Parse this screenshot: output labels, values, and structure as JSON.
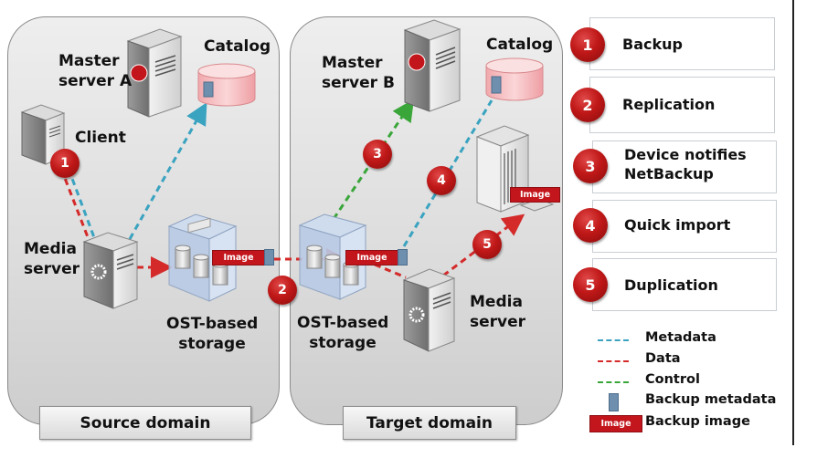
{
  "domains": {
    "source": {
      "label": "Source domain",
      "nodes": {
        "master_server": "Master server A",
        "master_server_line1": "Master",
        "master_server_line2": "server A",
        "catalog": "Catalog",
        "client": "Client",
        "media_server_line1": "Media",
        "media_server_line2": "server",
        "storage_line1": "OST-based",
        "storage_line2": "storage"
      }
    },
    "target": {
      "label": "Target domain",
      "nodes": {
        "master_server_line1": "Master",
        "master_server_line2": "server B",
        "catalog": "Catalog",
        "media_server_line1": "Media",
        "media_server_line2": "server",
        "storage_line1": "OST-based",
        "storage_line2": "storage"
      }
    }
  },
  "image_tag_label": "Image",
  "flow_badges": [
    "1",
    "2",
    "3",
    "4",
    "5"
  ],
  "steps": [
    {
      "number": "1",
      "label": "Backup"
    },
    {
      "number": "2",
      "label": "Replication"
    },
    {
      "number": "3",
      "label_line1": "Device notifies",
      "label_line2": "NetBackup"
    },
    {
      "number": "4",
      "label": "Quick import"
    },
    {
      "number": "5",
      "label": "Duplication"
    }
  ],
  "legend": {
    "items": [
      {
        "type": "line",
        "label": "Metadata",
        "color": "#3aa3c0"
      },
      {
        "type": "line",
        "label": "Data",
        "color": "#d42a2a"
      },
      {
        "type": "line",
        "label": "Control",
        "color": "#3aa63a"
      },
      {
        "type": "block",
        "label": "Backup metadata",
        "color": "#6f8fae"
      },
      {
        "type": "image",
        "label": "Backup image",
        "tag": "Image",
        "color": "#c3161c"
      }
    ]
  },
  "colors": {
    "metadata": "#3aa3c0",
    "data": "#d42a2a",
    "control": "#3aa63a",
    "badge": "#c01818",
    "catalog": "#f4b5b8"
  }
}
